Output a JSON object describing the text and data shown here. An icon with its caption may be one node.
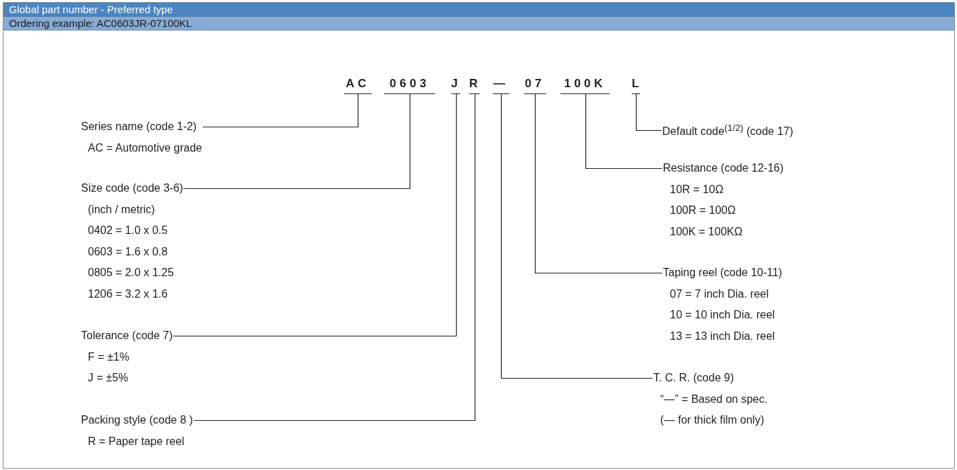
{
  "diagram": {
    "title": "Global part number - Preferred type",
    "nodes": [
      {
        "text": [
          "AC"
        ]
      },
      {
        "text": [
          "0603"
        ]
      },
      {
        "text": [
          "J"
        ]
      },
      {
        "text": [
          "R"
        ]
      },
      {
        "text": [
          "—"
        ]
      },
      {
        "text": [
          "07"
        ]
      },
      {
        "text": [
          "100K"
        ]
      },
      {
        "text": [
          "L"
        ]
      },
      {
        "text": [
          "Series name (code 1-2)",
          "AC = Automotive grade"
        ]
      },
      {
        "text": [
          "Size code (code 3-6)",
          "(inch / metric)",
          "0402 = 1.0 x 0.5",
          "0603 = 1.6 x 0.8",
          "0805 = 2.0 x 1.25",
          "1206 = 3.2 x 1.6"
        ]
      },
      {
        "text": [
          "Tolerance (code 7)",
          "F = ±1%",
          "J = ±5%"
        ]
      },
      {
        "text": [
          "Packing style (code 8 )",
          "R = Paper tape reel"
        ]
      },
      {
        "text": [
          "Default code$^{(1/2)}$ (code 17)"
        ]
      },
      {
        "text": [
          "Resistance (code 12-16)",
          "10R  = 10Ω",
          "100R = 100Ω",
          "100K = 100KΩ"
        ]
      },
      {
        "text": [
          "Taping reel (code 10-11)",
          "07 = 7 inch Dia. reel",
          "10 = 10 inch Dia. reel",
          "13 = 13 inch Dia. reel"
        ]
      },
      {
        "text": [
          "T. C. R. (code 9)",
          "“—” = Based on spec.",
          "(— for thick film only)"
        ]
      }
    ],
    "edges": [
      {
        "from": 8,
        "to": 0,
        "arrow": "none"
      },
      {
        "from": 9,
        "to": 1,
        "arrow": "none"
      },
      {
        "from": 10,
        "to": 2,
        "arrow": "none"
      },
      {
        "from": 11,
        "to": 3,
        "arrow": "none"
      },
      {
        "from": 12,
        "to": 7,
        "arrow": "none"
      },
      {
        "from": 13,
        "to": 6,
        "arrow": "none"
      },
      {
        "from": 14,
        "to": 5,
        "arrow": "none"
      },
      {
        "from": 15,
        "to": 4,
        "arrow": "none"
      }
    ],
    "labels": [
      "Ordering example: AC0603JR-07100KL"
    ]
  }
}
